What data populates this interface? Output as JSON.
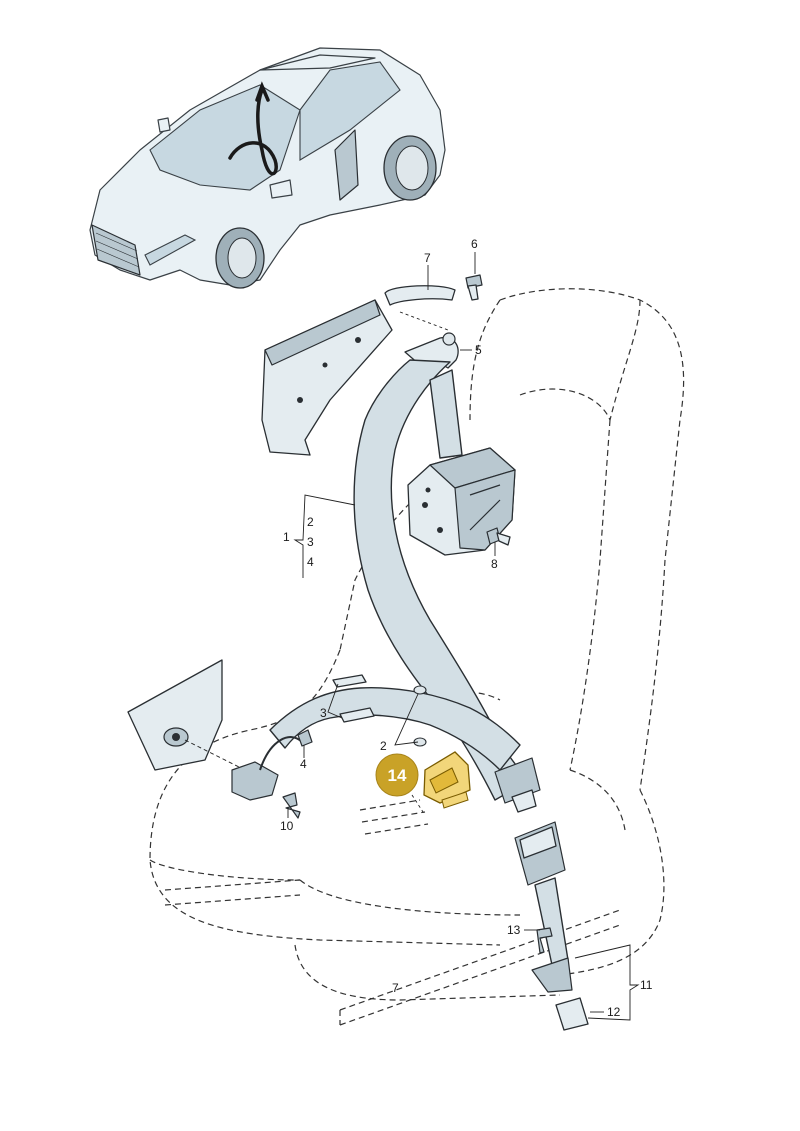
{
  "callouts": {
    "c1": "1",
    "c2a": "2",
    "c3a": "3",
    "c4a": "4",
    "c5": "5",
    "c6": "6",
    "c7a": "7",
    "c8": "8",
    "c2b": "2",
    "c3b": "3",
    "c4b": "4",
    "c10": "10",
    "c11": "11",
    "c12": "12",
    "c13": "13",
    "c7b": "7",
    "highlight": "14"
  },
  "colors": {
    "highlight_fill": "#c9a227",
    "highlight_part": "#f2d67a",
    "line": "#2a2f33"
  },
  "icons": [
    "car-illustration",
    "belt-route-arrow"
  ]
}
